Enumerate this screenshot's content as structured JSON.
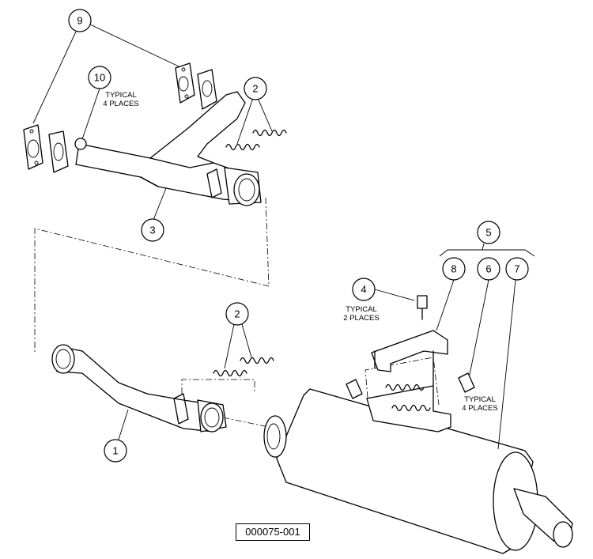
{
  "callouts": [
    {
      "id": "9",
      "label": "9"
    },
    {
      "id": "10",
      "label": "10"
    },
    {
      "id": "2a",
      "label": "2"
    },
    {
      "id": "3",
      "label": "3"
    },
    {
      "id": "2b",
      "label": "2"
    },
    {
      "id": "1",
      "label": "1"
    },
    {
      "id": "4",
      "label": "4"
    },
    {
      "id": "5",
      "label": "5"
    },
    {
      "id": "8",
      "label": "8"
    },
    {
      "id": "6",
      "label": "6"
    },
    {
      "id": "7",
      "label": "7"
    }
  ],
  "notes": {
    "n10": [
      "TYPICAL",
      "4 PLACES"
    ],
    "n4": [
      "TYPICAL",
      "2 PLACES"
    ],
    "n6": [
      "TYPICAL",
      "4 PLACES"
    ]
  },
  "reference": "000075-001"
}
